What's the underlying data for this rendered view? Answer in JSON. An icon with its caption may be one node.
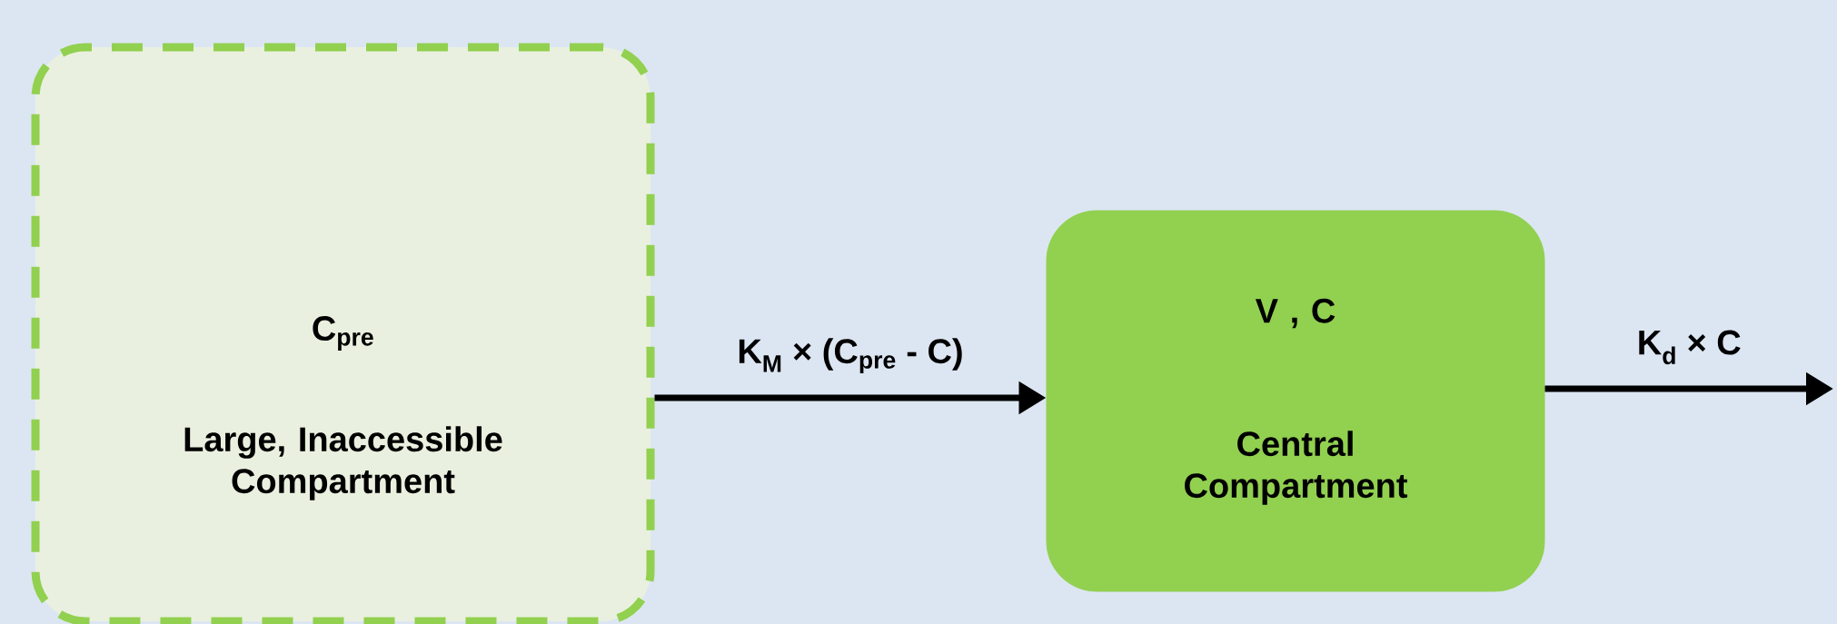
{
  "diagram": {
    "nodes": [
      {
        "text": [
          "C$_{pre}$",
          "Large, Inaccessible Compartment"
        ]
      },
      {
        "text": [
          "V , C",
          "Central Compartment"
        ]
      }
    ],
    "edges": [
      {
        "from": 0,
        "to": 1,
        "arrow": "to",
        "label": "K$_{M}$ × (C$_{pre}$ -  C)"
      },
      {
        "from": 1,
        "to": null,
        "arrow": "to",
        "label": "K$_{d}$ × C"
      }
    ]
  }
}
